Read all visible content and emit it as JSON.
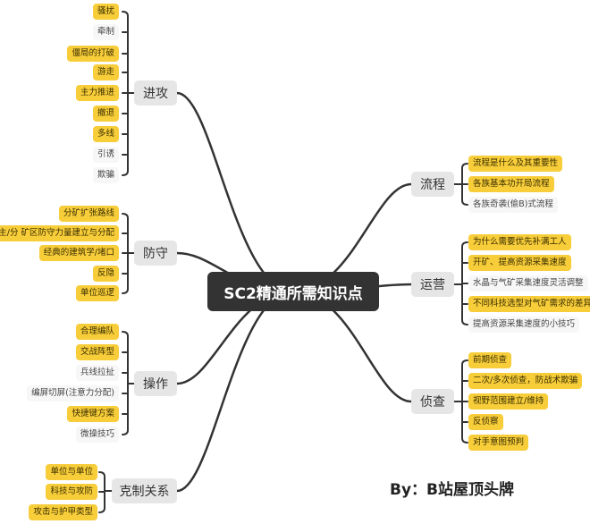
{
  "center": "SC2精通所需知识点",
  "author": "By：B站屋顶头牌",
  "colors": {
    "highlight": "#f8cd3a",
    "center": "#333333",
    "branch": "#e6e6e6",
    "line": "#333333"
  },
  "branches": [
    {
      "id": "attack",
      "label": "进攻",
      "leaves": [
        {
          "text": "骚扰",
          "hl": true
        },
        {
          "text": "牵制",
          "hl": false
        },
        {
          "text": "僵局的打破",
          "hl": true
        },
        {
          "text": "游走",
          "hl": true
        },
        {
          "text": "主力推进",
          "hl": true
        },
        {
          "text": "撤退",
          "hl": true
        },
        {
          "text": "多线",
          "hl": true
        },
        {
          "text": "引诱",
          "hl": false
        },
        {
          "text": "欺骗",
          "hl": false
        }
      ]
    },
    {
      "id": "defense",
      "label": "防守",
      "leaves": [
        {
          "text": "分矿扩张路线",
          "hl": true
        },
        {
          "text": "主/分 矿区防守力量建立与分配",
          "hl": true
        },
        {
          "text": "经典的建筑学/堵口",
          "hl": true
        },
        {
          "text": "反隐",
          "hl": true
        },
        {
          "text": "单位巡逻",
          "hl": true
        }
      ]
    },
    {
      "id": "control",
      "label": "操作",
      "leaves": [
        {
          "text": "合理编队",
          "hl": true
        },
        {
          "text": "交战阵型",
          "hl": true
        },
        {
          "text": "兵线拉扯",
          "hl": false
        },
        {
          "text": "编屏切屏(注意力分配)",
          "hl": false
        },
        {
          "text": "快捷键方案",
          "hl": true
        },
        {
          "text": "微操技巧",
          "hl": false
        }
      ]
    },
    {
      "id": "counter",
      "label": "克制关系",
      "leaves": [
        {
          "text": "单位与单位",
          "hl": true
        },
        {
          "text": "科技与攻防",
          "hl": true
        },
        {
          "text": "攻击与护甲类型",
          "hl": true
        }
      ]
    },
    {
      "id": "buildorder",
      "label": "流程",
      "leaves": [
        {
          "text": "流程是什么及其重要性",
          "hl": true
        },
        {
          "text": "各族基本功开局流程",
          "hl": true
        },
        {
          "text": "各族奇袭(偷B)式流程",
          "hl": false
        }
      ]
    },
    {
      "id": "economy",
      "label": "运营",
      "leaves": [
        {
          "text": "为什么需要优先补满工人",
          "hl": true
        },
        {
          "text": "开矿、提高资源采集速度",
          "hl": true
        },
        {
          "text": "水晶与气矿采集速度灵活调整",
          "hl": false
        },
        {
          "text": "不同科技选型对气矿需求的差异",
          "hl": true
        },
        {
          "text": "提高资源采集速度的小技巧",
          "hl": false
        }
      ]
    },
    {
      "id": "scouting",
      "label": "侦查",
      "leaves": [
        {
          "text": "前期侦查",
          "hl": true
        },
        {
          "text": "二次/多次侦查，防战术欺骗",
          "hl": true
        },
        {
          "text": "视野范围建立/维持",
          "hl": true
        },
        {
          "text": "反侦察",
          "hl": true
        },
        {
          "text": "对手意图预判",
          "hl": true
        }
      ]
    }
  ]
}
